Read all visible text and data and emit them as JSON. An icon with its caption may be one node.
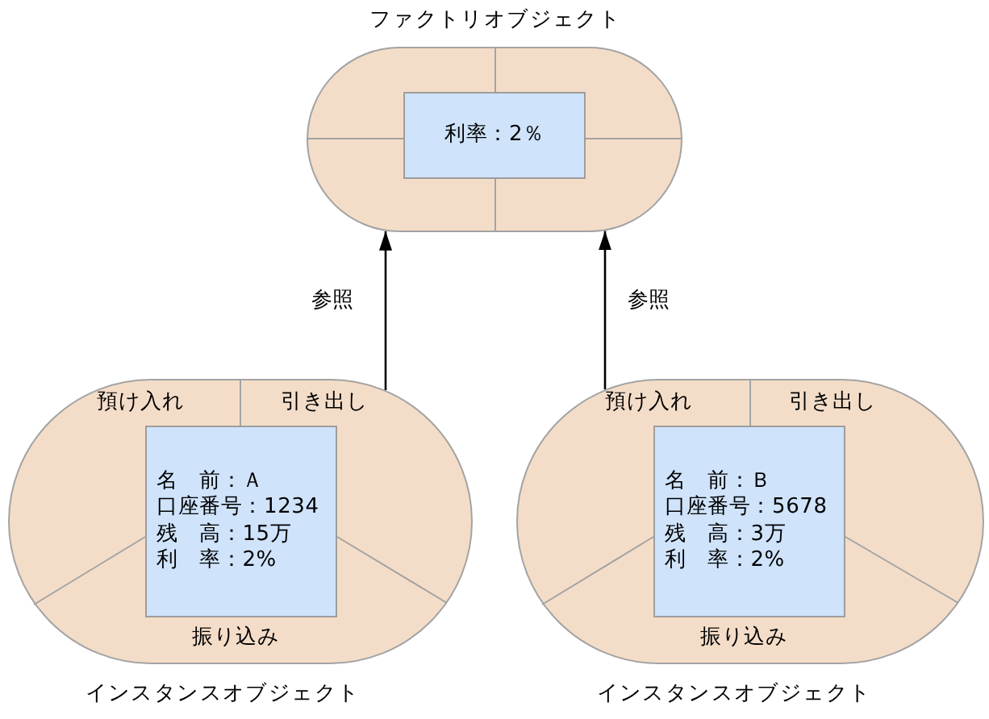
{
  "diagram": {
    "nodes": [
      {
        "text": [
          "ファクトリオブジェクト"
        ]
      },
      {
        "text": [
          "利率：2％"
        ],
        "in": 0
      },
      {
        "text": [
          "預け入れ",
          "引き出し",
          "振り込み"
        ],
        "beside": [
          "インスタンスオブジェクト"
        ]
      },
      {
        "text": [
          "名　前：Ａ",
          "口座番号：1234",
          "残　高：15万",
          "利　率：2%"
        ],
        "in": 2
      },
      {
        "text": [
          "預け入れ",
          "引き出し",
          "振り込み"
        ],
        "beside": [
          "インスタンスオブジェクト"
        ]
      },
      {
        "text": [
          "名　前：Ｂ",
          "口座番号：5678",
          "残　高：3万",
          "利　率：2%"
        ],
        "in": 4
      }
    ],
    "edges": [
      {
        "from": 2,
        "to": 0,
        "arrow": "to",
        "label": "参照"
      },
      {
        "from": 4,
        "to": 0,
        "arrow": "to",
        "label": "参照"
      }
    ]
  }
}
